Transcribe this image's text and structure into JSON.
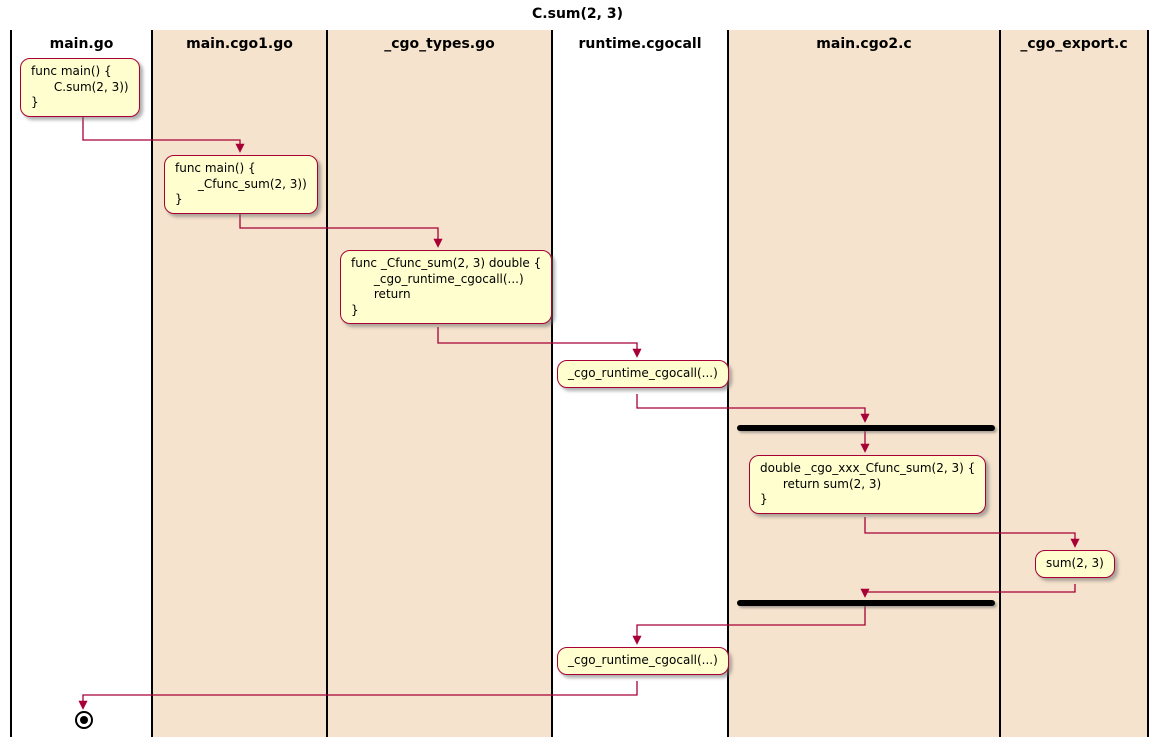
{
  "title": "C.sum(2, 3)",
  "colors": {
    "lane_background": "#F5E3CD",
    "activity_fill": "#FEFECE",
    "activity_border": "#A80036",
    "arrow": "#A80036",
    "lane_line": "#000000"
  },
  "lanes": [
    {
      "label": "main.go",
      "shaded": false
    },
    {
      "label": "main.cgo1.go",
      "shaded": true
    },
    {
      "label": "_cgo_types.go",
      "shaded": true
    },
    {
      "label": "runtime.cgocall",
      "shaded": false
    },
    {
      "label": "main.cgo2.c",
      "shaded": true
    },
    {
      "label": "_cgo_export.c",
      "shaded": true
    }
  ],
  "activities": [
    {
      "lane": "main.go",
      "text": "func main() {\n      C.sum(2, 3))\n}"
    },
    {
      "lane": "main.cgo1.go",
      "text": "func main() {\n      _Cfunc_sum(2, 3))\n}"
    },
    {
      "lane": "_cgo_types.go",
      "text": "func _Cfunc_sum(2, 3) double {\n      _cgo_runtime_cgocall(...)\n      return\n}"
    },
    {
      "lane": "runtime.cgocall",
      "text": "_cgo_runtime_cgocall(...)"
    },
    {
      "lane": "main.cgo2.c",
      "text": "double _cgo_xxx_Cfunc_sum(2, 3) {\n      return sum(2, 3)\n}"
    },
    {
      "lane": "_cgo_export.c",
      "text": "sum(2, 3)"
    },
    {
      "lane": "runtime.cgocall",
      "text": "_cgo_runtime_cgocall(...)"
    }
  ]
}
